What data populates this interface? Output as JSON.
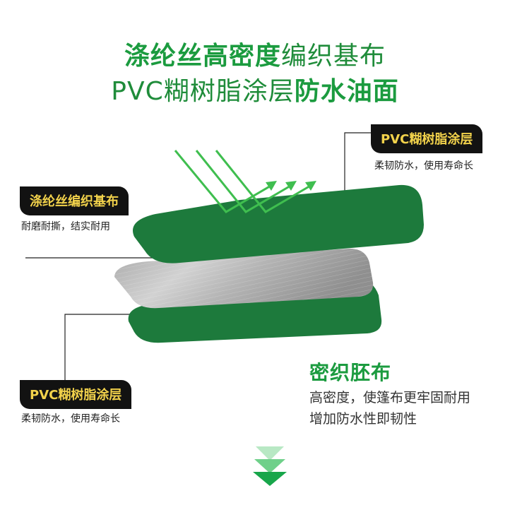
{
  "headline": {
    "line1_bold": "涤纶丝高密度",
    "line1_rest": "编织基布",
    "line2_prefix": "PVC糊树脂涂层",
    "line2_bold": "防水油面"
  },
  "labels": {
    "top_right": {
      "title": "PVC糊树脂涂层",
      "caption": "柔韧防水，使用寿命长"
    },
    "left": {
      "title": "涤纶丝编织基布",
      "caption": "耐磨耐撕，结实耐用"
    },
    "bottom_left": {
      "title": "PVC糊树脂涂层",
      "caption": "柔韧防水，使用寿命长"
    }
  },
  "feature": {
    "title": "密织胚布",
    "line1": "高密度，使篷布更牢固耐用",
    "line2": "增加防水性即韧性"
  },
  "colors": {
    "brand_green": "#1b9b3f",
    "layer_green": "#1d7a3c",
    "fabric_gray": "#b9b9b9",
    "pill_bg": "#121212",
    "pill_text": "#f2d24b"
  },
  "icons": [
    "reflect-arrows-icon",
    "scroll-down-chevrons-icon"
  ]
}
